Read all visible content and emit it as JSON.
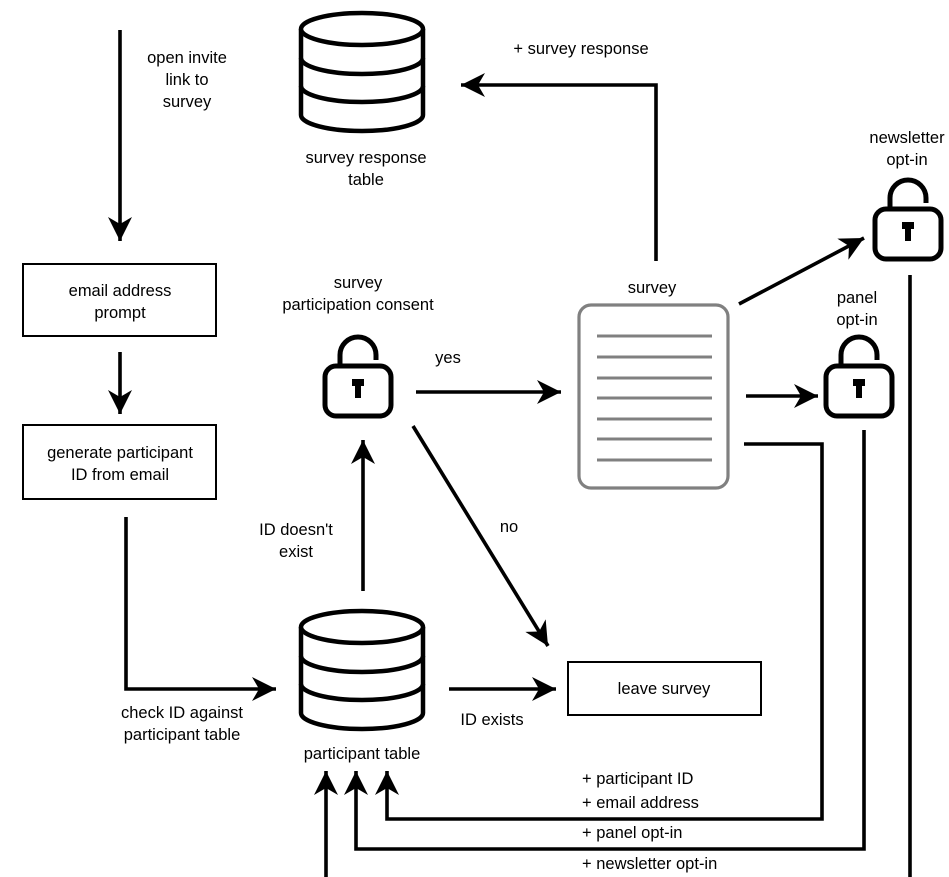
{
  "labels": {
    "invite": [
      "open invite",
      "link to",
      "survey"
    ],
    "email_prompt": [
      "email address",
      "prompt"
    ],
    "generate_id": [
      "generate participant",
      "ID from email"
    ],
    "check_id": [
      "check ID against",
      "participant table"
    ],
    "survey_response_table": [
      "survey response",
      "table"
    ],
    "plus_survey_response": "+ survey response",
    "consent": [
      "survey",
      "participation consent"
    ],
    "yes": "yes",
    "no": "no",
    "id_doesnt_exist": [
      "ID doesn't",
      "exist"
    ],
    "survey": "survey",
    "newsletter_optin": [
      "newsletter",
      "opt-in"
    ],
    "panel_optin": [
      "panel",
      "opt-in"
    ],
    "leave_survey": "leave survey",
    "id_exists": "ID exists",
    "participant_table": "participant table",
    "plus_participant_id": "+ participant ID",
    "plus_email_address": "+ email address",
    "plus_panel_optin": "+ panel opt-in",
    "plus_newsletter_optin": "+ newsletter opt-in"
  },
  "icons": {
    "database": "database-icon",
    "padlock": "padlock-icon",
    "document": "document-icon"
  },
  "colors": {
    "stroke": "#000000",
    "document_stroke": "#808080",
    "background": "#ffffff"
  }
}
